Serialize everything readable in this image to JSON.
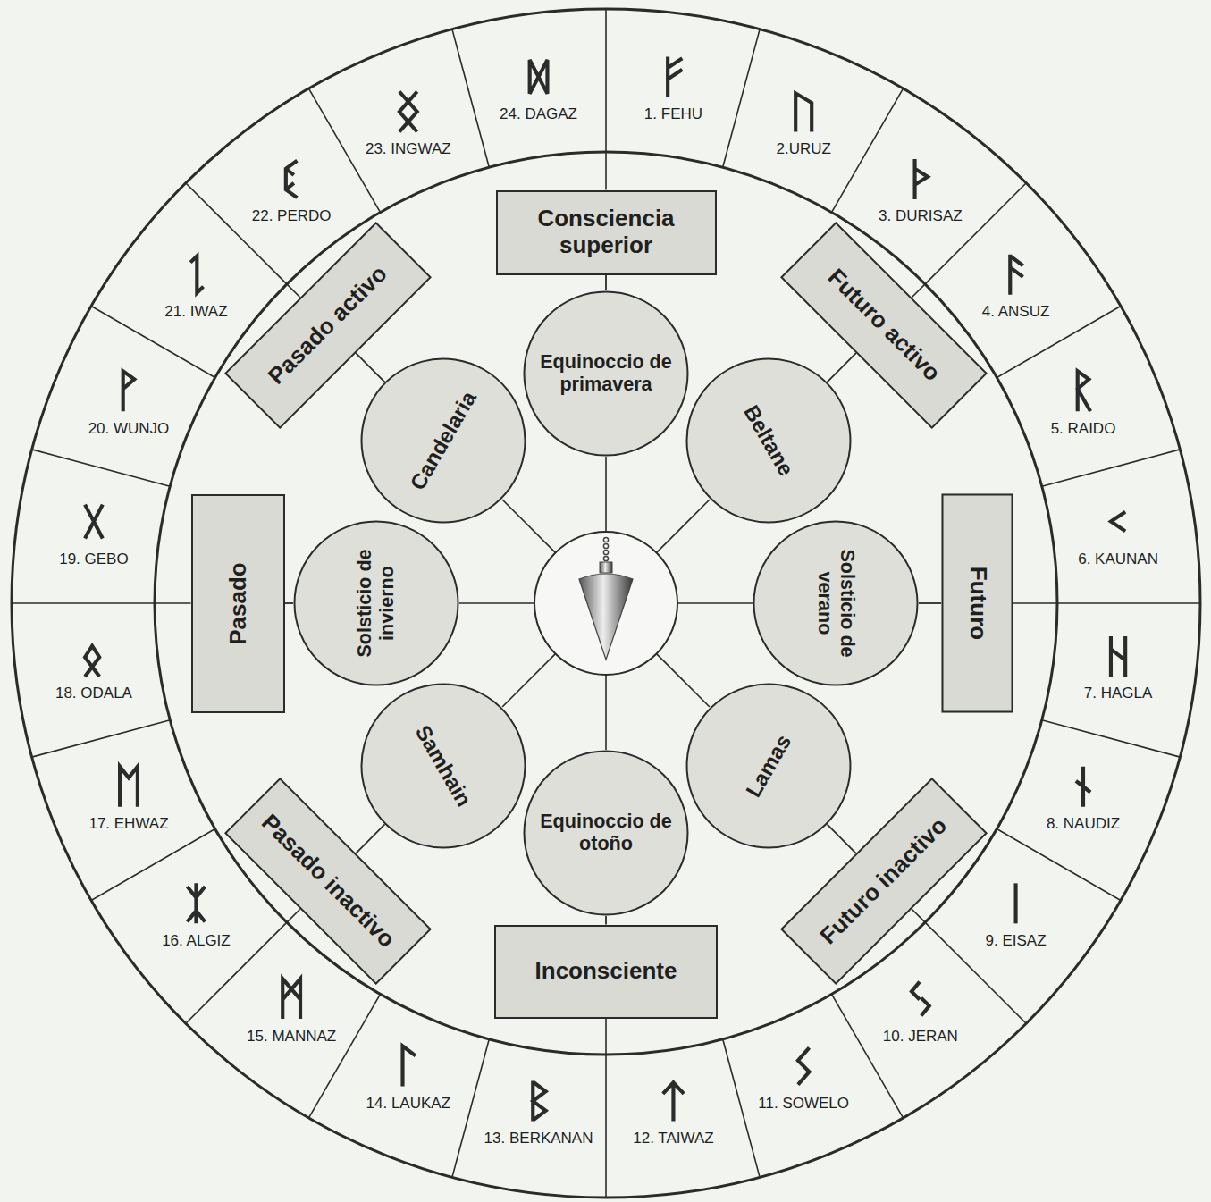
{
  "diagram": {
    "nodes": [
      {
        "text": [
          "Consciencia superior"
        ]
      },
      {
        "text": [
          "Futuro activo"
        ]
      },
      {
        "text": [
          "Futuro"
        ]
      },
      {
        "text": [
          "Futuro inactivo"
        ]
      },
      {
        "text": [
          "Inconsciente"
        ]
      },
      {
        "text": [
          "Pasado inactivo"
        ]
      },
      {
        "text": [
          "Pasado"
        ]
      },
      {
        "text": [
          "Pasado activo"
        ]
      },
      {
        "text": [
          "Equinoccio de primavera"
        ]
      },
      {
        "text": [
          "Beltane"
        ]
      },
      {
        "text": [
          "Solsticio de verano"
        ]
      },
      {
        "text": [
          "Lamas"
        ]
      },
      {
        "text": [
          "Equinoccio de otoño"
        ]
      },
      {
        "text": [
          "Samhain"
        ]
      },
      {
        "text": [
          "Solsticio de invierno"
        ]
      },
      {
        "text": [
          "Candelaria"
        ]
      }
    ],
    "edges": [
      {
        "from": 8,
        "to": 0,
        "arrow": "none"
      },
      {
        "from": 9,
        "to": 1,
        "arrow": "none"
      },
      {
        "from": 10,
        "to": 2,
        "arrow": "none"
      },
      {
        "from": 11,
        "to": 3,
        "arrow": "none"
      },
      {
        "from": 12,
        "to": 4,
        "arrow": "none"
      },
      {
        "from": 13,
        "to": 5,
        "arrow": "none"
      },
      {
        "from": 14,
        "to": 6,
        "arrow": "none"
      },
      {
        "from": 15,
        "to": 7,
        "arrow": "none"
      }
    ],
    "labels": [
      "1. FEHU",
      "2.URUZ",
      "3. DURISAZ",
      "4. ANSUZ",
      "5. RAIDO",
      "6. KAUNAN",
      "7. HAGLA",
      "8. NAUDIZ",
      "9. EISAZ",
      "10. JERAN",
      "11. SOWELO",
      "12. TAIWAZ",
      "13. BERKANAN",
      "14. LAUKAZ",
      "15. MANNAZ",
      "16. ALGIZ",
      "17. EHWAZ",
      "18. ODALA",
      "19. GEBO",
      "20. WUNJO",
      "21. IWAZ",
      "22. PERDO",
      "23. INGWAZ",
      "24. DAGAZ"
    ]
  }
}
